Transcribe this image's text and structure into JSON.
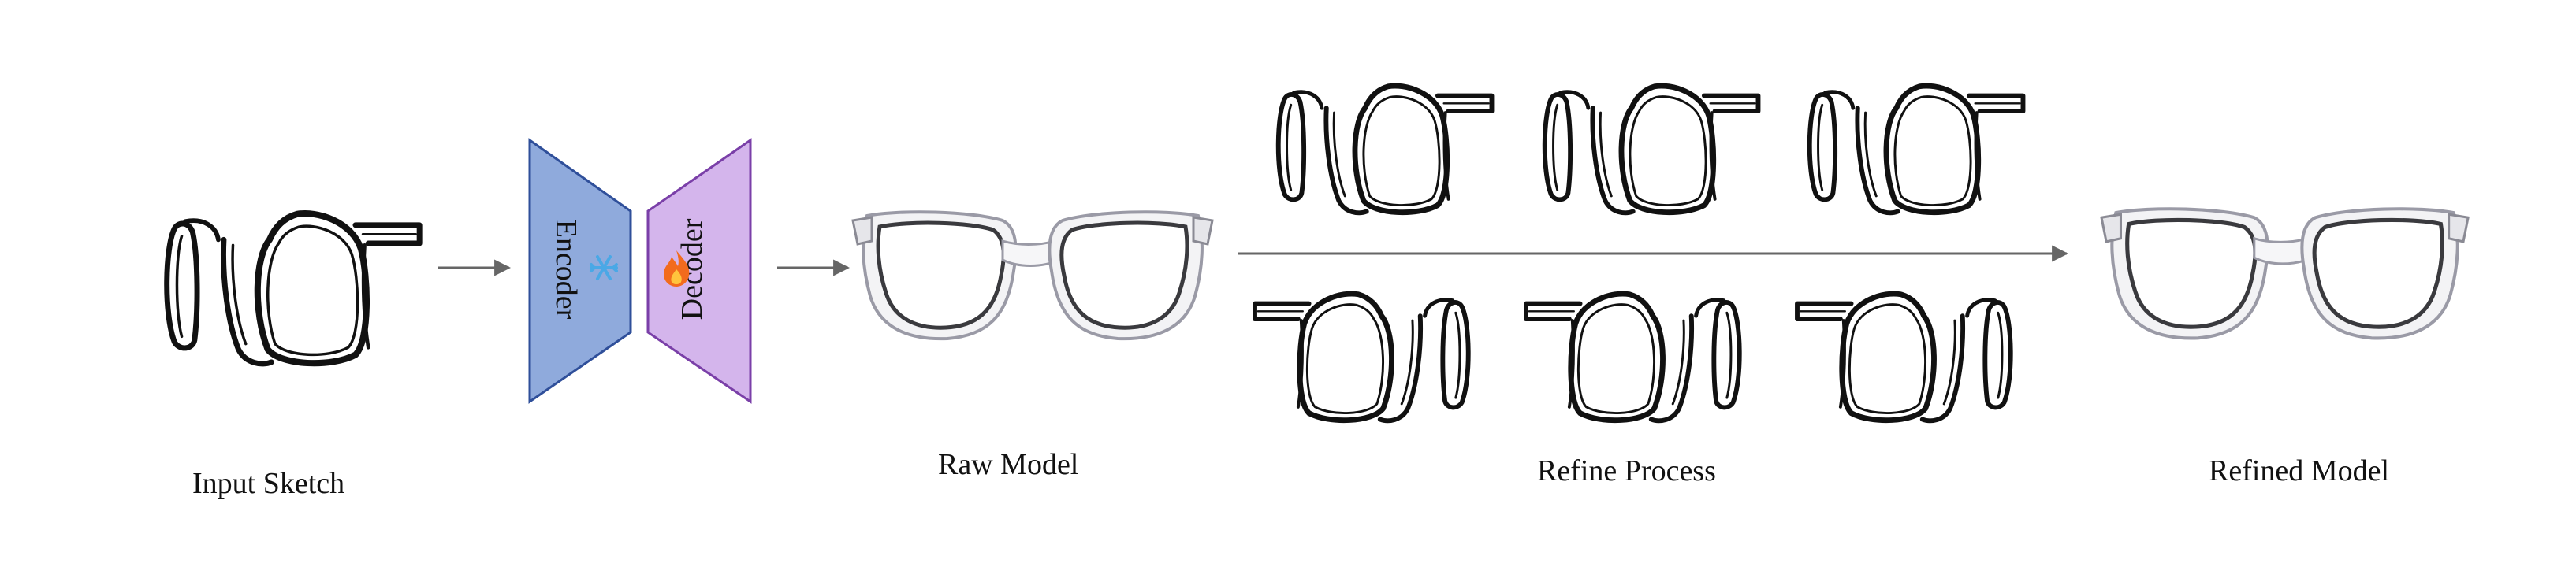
{
  "captions": {
    "input_sketch": "Input Sketch",
    "raw_model": "Raw Model",
    "refine_process": "Refine Process",
    "refined_model": "Refined Model"
  },
  "network": {
    "encoder_label": "Encoder",
    "decoder_label": "Decoder",
    "encoder_icon": "snowflake-icon",
    "decoder_icon": "fire-icon",
    "encoder_color": "#8faadc",
    "decoder_color": "#d4b5ec"
  }
}
